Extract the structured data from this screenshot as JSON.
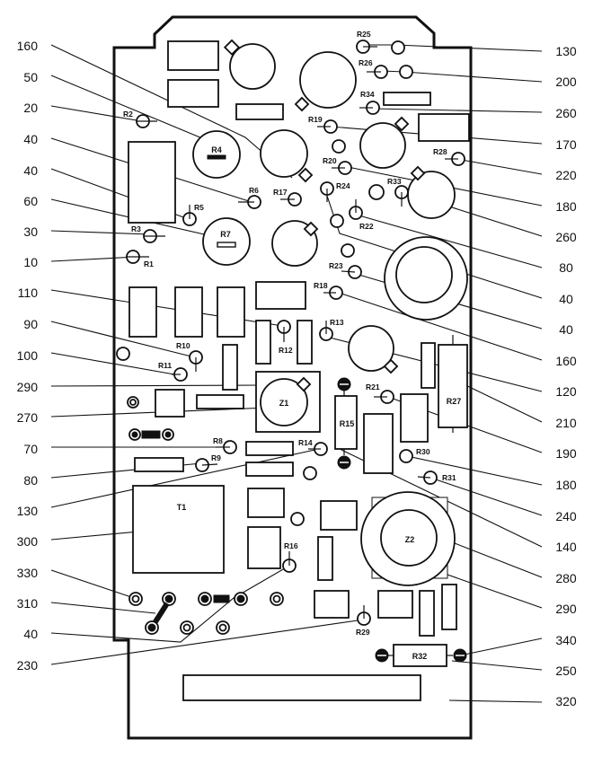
{
  "diagram": {
    "title": "Circuit board component layout",
    "left_callouts": [
      "160",
      "50",
      "20",
      "40",
      "40",
      "60",
      "30",
      "10",
      "110",
      "90",
      "100",
      "290",
      "270",
      "70",
      "80",
      "130",
      "300",
      "330",
      "310",
      "40",
      "230"
    ],
    "right_callouts": [
      "130",
      "200",
      "260",
      "170",
      "220",
      "180",
      "260",
      "80",
      "40",
      "40",
      "160",
      "120",
      "210",
      "190",
      "180",
      "240",
      "140",
      "280",
      "290",
      "340",
      "250",
      "320"
    ],
    "component_labels": {
      "R1": "R1",
      "R2": "R2",
      "R3": "R3",
      "R4": "R4",
      "R5": "R5",
      "R6": "R6",
      "R7": "R7",
      "R8": "R8",
      "R9": "R9",
      "R10": "R10",
      "R11": "R11",
      "R12": "R12",
      "R13": "R13",
      "R14": "R14",
      "R15": "R15",
      "R16": "R16",
      "R17": "R17",
      "R18": "R18",
      "R19": "R19",
      "R20": "R20",
      "R21": "R21",
      "R22": "R22",
      "R23": "R23",
      "R24": "R24",
      "R25": "R25",
      "R26": "R26",
      "R27": "R27",
      "R28": "R28",
      "R29": "R29",
      "R30": "R30",
      "R31": "R31",
      "R32": "R32",
      "R33": "R33",
      "R34": "R34",
      "Z1": "Z1",
      "Z2": "Z2",
      "T1": "T1"
    }
  }
}
